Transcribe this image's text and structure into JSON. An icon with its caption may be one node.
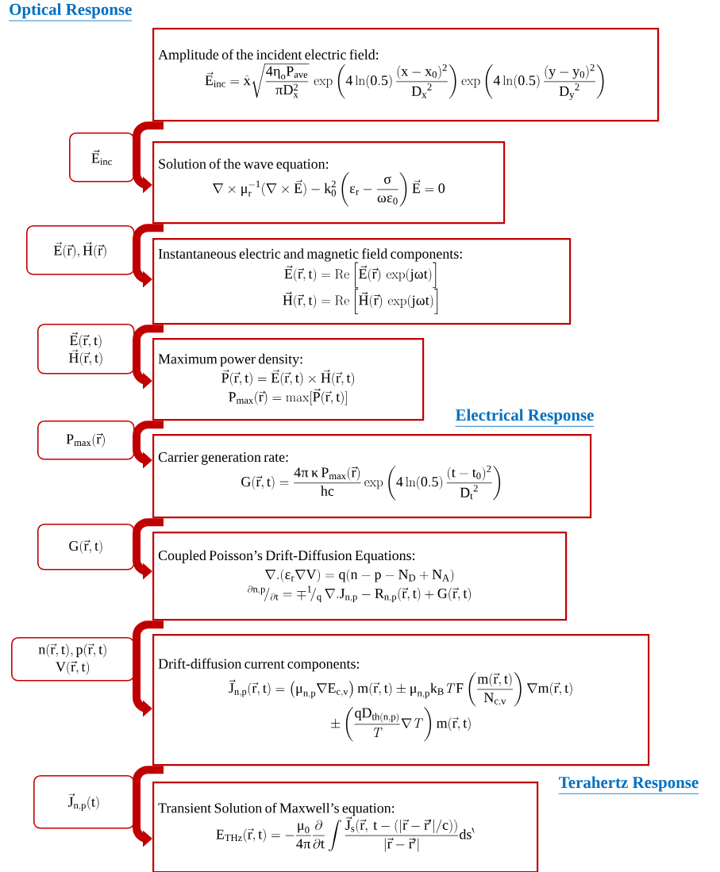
{
  "diagram": {
    "nodes": [
      {
        "text": [
          "Amplitude of the incident electric field:",
          "\\vec{E}_{inc} = \\hat{x}\\sqrt{\\frac{4\\eta_o P_{ave}}{\\pi D_x^2}}\\,\\exp\\left(4\\ln(0.5)\\,\\frac{(x-x_0)^2}{{D_x}^2}\\right)\\exp\\left(4\\ln(0.5)\\,\\frac{(y-y_0)^2}{{D_y}^2}\\right)"
        ]
      },
      {
        "text": [
          "\\vec{E}_{inc}"
        ]
      },
      {
        "text": [
          "Solution of the wave equation:",
          "\\nabla\\times\\mu_r^{-1}(\\nabla\\times\\vec{E}) - k_0^2\\left(\\epsilon_r - \\frac{\\sigma}{\\omega\\epsilon_0}\\right)\\vec{E} = 0"
        ]
      },
      {
        "text": [
          "\\vec{E}(\\vec{r}),\\vec{H}(\\vec{r})"
        ]
      },
      {
        "text": [
          "Instantaneous electric and magnetic field components:",
          "\\vec{E}(\\vec{r},t) = \\mathrm{Re}\\left[\\vec{E}(\\vec{r})\\,\\exp(j\\omega t)\\right]",
          "\\vec{H}(\\vec{r},t) = \\mathrm{Re}\\left[\\vec{H}(\\vec{r})\\,\\exp(j\\omega t)\\right]"
        ]
      },
      {
        "text": [
          "\\vec{E}(\\vec{r},t)",
          "\\vec{H}(\\vec{r},t)"
        ]
      },
      {
        "text": [
          "Maximum power density:",
          "\\vec{P}(\\vec{r},t) = \\vec{E}(\\vec{r},t)\\times\\vec{H}(\\vec{r},t)",
          "P_{max}(\\vec{r}) = \\max[\\vec{P}(\\vec{r},t)]"
        ]
      },
      {
        "text": [
          "P_{max}(\\vec{r})"
        ]
      },
      {
        "text": [
          "Carrier generation rate:",
          "G(\\vec{r},t) = \\frac{4\\pi\\,\\kappa\\,P_{max}(\\vec{r})}{hc}\\exp\\left(4\\ln(0.5)\\,\\frac{(t-t_0)^2}{{D_t}^2}\\right)"
        ]
      },
      {
        "text": [
          "G(\\vec{r},t)"
        ]
      },
      {
        "text": [
          "Coupled Poisson’s Drift-Diffusion Equations:",
          "\\nabla.(\\epsilon_r\\nabla V) = q(n-p-N_D+N_A)",
          "{}^{\\partial n,p}\\!/_{\\partial t} = \\mp{}^{1}\\!/_{q}\\,\\nabla.J_{n,p} - R_{n,p}(\\vec{r},t) + G(\\vec{r},t)"
        ]
      },
      {
        "text": [
          "n(\\vec{r},t),p(\\vec{r},t)",
          "V(\\vec{r},t)"
        ]
      },
      {
        "text": [
          "Drift-diffusion current components:",
          "\\vec{J}_{n,p}(\\vec{r},t) = \\left(\\mu_{n,p}\\nabla E_{c,v}\\right)m(\\vec{r},t) \\pm \\mu_{n,p}k_B\\mathit{T}F\\left(\\frac{m(\\vec{r},t)}{N_{c,v}}\\right)\\nabla m(\\vec{r},t)",
          "\\pm\\left(\\frac{qD_{th(n,p)}}{\\mathit{T}}\\nabla\\mathit{T}\\right)m(\\vec{r},t)"
        ]
      },
      {
        "text": [
          "\\vec{J}_{n,p}(t)"
        ]
      },
      {
        "text": [
          "Transient Solution of Maxwell’s equation:",
          "E_{THz}(\\vec{r},t) = -\\frac{\\mu_0}{4\\pi}\\frac{\\partial}{\\partial t}\\int\\frac{\\vec{J}_s(\\vec{r},\\ t-(|\\vec{r}-\\vec{r}'|/c))}{|\\vec{r}-\\vec{r}'|}ds^{\\backprime}"
        ]
      }
    ],
    "edges": [
      {
        "from": 0,
        "to": 2,
        "arrow": "to"
      },
      {
        "from": 2,
        "to": 4,
        "arrow": "to"
      },
      {
        "from": 4,
        "to": 6,
        "arrow": "to"
      },
      {
        "from": 6,
        "to": 8,
        "arrow": "to"
      },
      {
        "from": 8,
        "to": 10,
        "arrow": "to"
      },
      {
        "from": 10,
        "to": 12,
        "arrow": "to"
      },
      {
        "from": 12,
        "to": 14,
        "arrow": "to"
      }
    ],
    "labels": [
      "Optical Response",
      "Electrical Response",
      "Terahertz Response"
    ]
  }
}
